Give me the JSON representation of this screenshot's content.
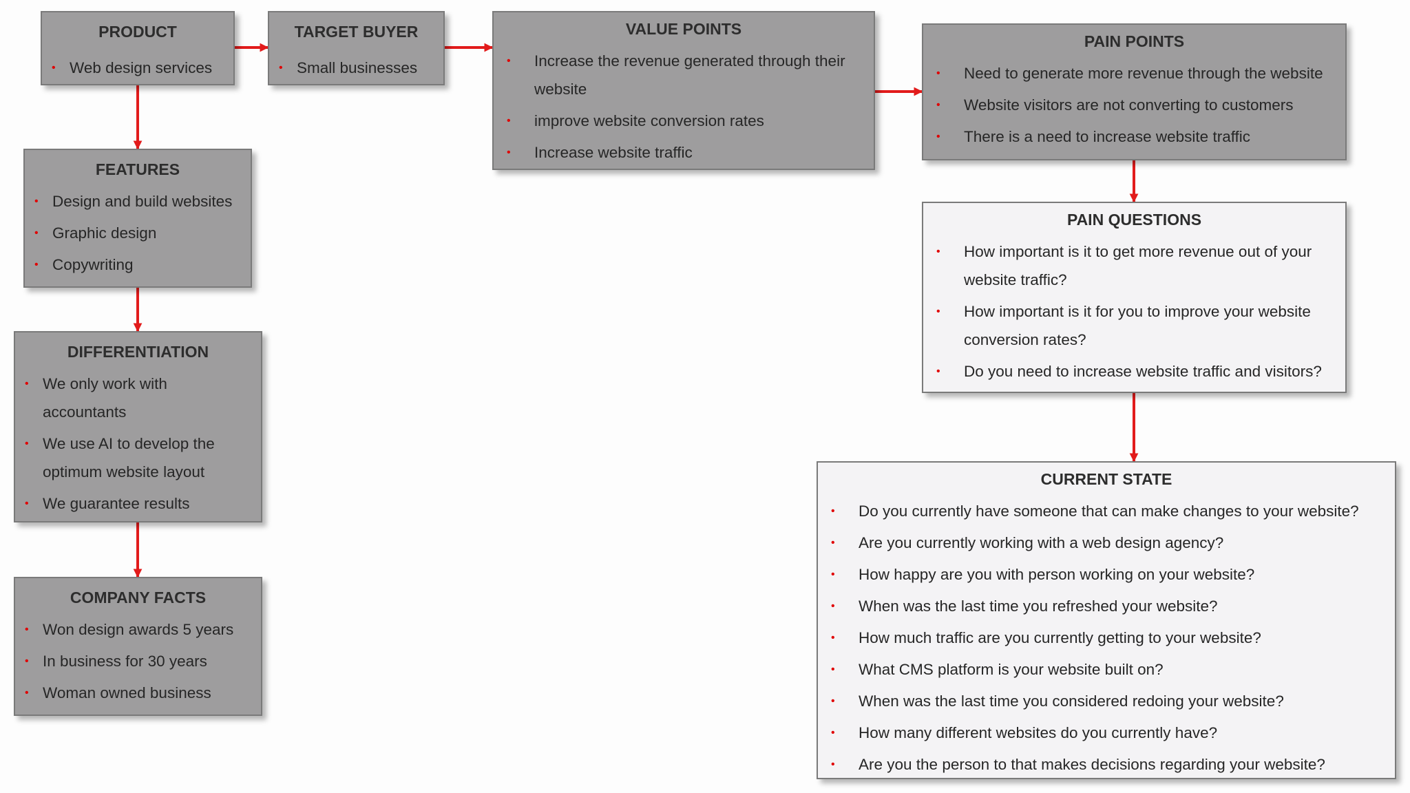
{
  "product": {
    "title": "PRODUCT",
    "items": [
      "Web design services"
    ]
  },
  "target_buyer": {
    "title": "TARGET BUYER",
    "items": [
      "Small businesses"
    ]
  },
  "value_points": {
    "title": "VALUE POINTS",
    "items": [
      "Increase the revenue generated through their website",
      "improve website conversion rates",
      "Increase website traffic"
    ]
  },
  "pain_points": {
    "title": "PAIN POINTS",
    "items": [
      "Need to generate more revenue through the website",
      "Website visitors are not converting to customers",
      "There is a need to increase website traffic"
    ]
  },
  "features": {
    "title": "FEATURES",
    "items": [
      "Design and build websites",
      "Graphic design",
      "Copywriting"
    ]
  },
  "pain_questions": {
    "title": "PAIN QUESTIONS",
    "items": [
      "How important is it to get more revenue out of your website traffic?",
      "How important is it for you to improve your website conversion rates?",
      "Do you need to increase website traffic and visitors?"
    ]
  },
  "differentiation": {
    "title": "DIFFERENTIATION",
    "items": [
      "We only work with accountants",
      "We use AI to develop the optimum website layout",
      "We guarantee results"
    ]
  },
  "company_facts": {
    "title": "COMPANY FACTS",
    "items": [
      "Won design awards 5 years",
      "In business for 30 years",
      "Woman owned business"
    ]
  },
  "current_state": {
    "title": "CURRENT STATE",
    "items": [
      "Do you currently have someone that can make changes to your website?",
      "Are you currently working with a web design agency?",
      "How happy are you with person working on your website?",
      "When was the last time you refreshed your website?",
      "How much traffic are you currently getting to your website?",
      "What CMS platform is your website built on?",
      "When was the last time you considered redoing your website?",
      "How many different websites do you currently have?",
      "Are you the person to that makes decisions regarding your website?"
    ]
  },
  "colors": {
    "gray_box": "#9e9d9e",
    "white_box": "#f4f3f5",
    "arrow": "#e21b1b",
    "bullet": "#e00000"
  },
  "icons": {
    "bullet": "•"
  }
}
